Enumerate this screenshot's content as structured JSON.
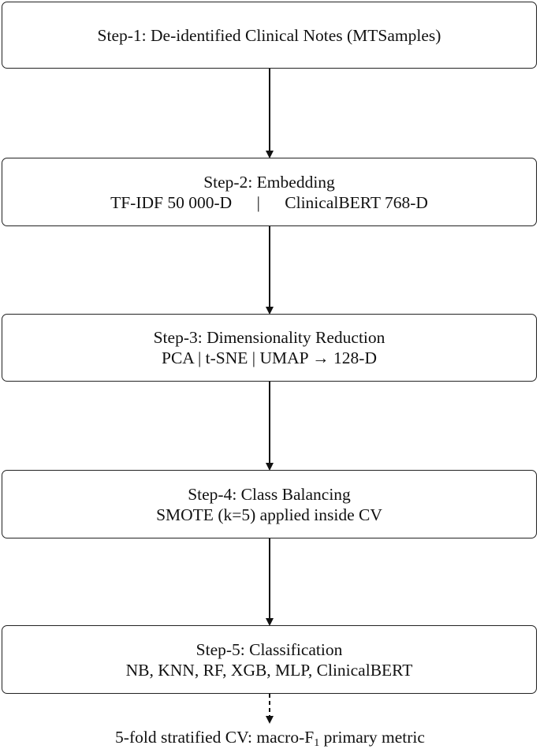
{
  "steps": [
    {
      "title": "Step-1: De-identified Clinical Notes (MTSamples)"
    },
    {
      "title": "Step-2: Embedding",
      "detail_left": "TF-IDF 50 000-D",
      "separator": "|",
      "detail_right": "ClinicalBERT 768-D"
    },
    {
      "title": "Step-3: Dimensionality Reduction",
      "detail": "PCA | t-SNE | UMAP → 128-D"
    },
    {
      "title": "Step-4: Class Balancing",
      "detail": "SMOTE (k=5) applied inside CV"
    },
    {
      "title": "Step-5: Classification",
      "detail": "NB, KNN, RF, XGB, MLP, ClinicalBERT"
    }
  ],
  "footer": {
    "prefix": "5-fold stratified CV: macro-F",
    "subscript": "1",
    "suffix": " primary metric"
  },
  "colors": {
    "stroke": "#222222",
    "text": "#111111"
  }
}
